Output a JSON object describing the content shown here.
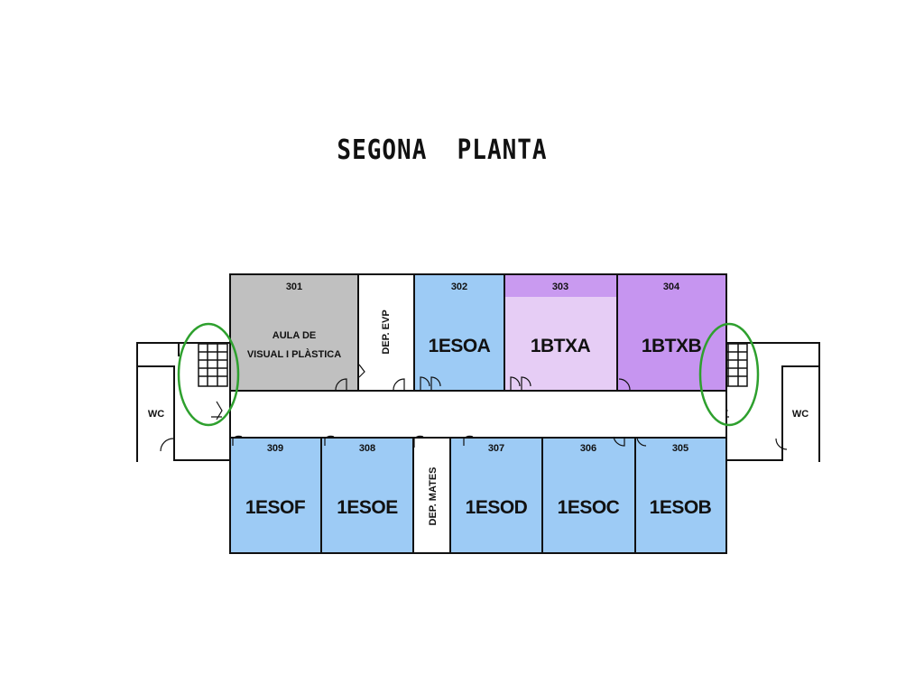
{
  "title": "SEGONA  PLANTA",
  "colors": {
    "classroom_blue": "#9dcbf5",
    "art_gray": "#c0c0c0",
    "btx_light": "#e6cdf5",
    "btx_header": "#c99af0",
    "btx_dark": "#c695f0",
    "highlight_green": "#2ea02e"
  },
  "rooms": {
    "r301": {
      "number": "301",
      "name_line1": "AULA DE",
      "name_line2": "VISUAL I PLÀSTICA"
    },
    "dep_evp": {
      "name": "DEP. EVP"
    },
    "r302": {
      "number": "302",
      "name": "1ESOA"
    },
    "r303": {
      "number": "303",
      "name": "1BTXA"
    },
    "r304": {
      "number": "304",
      "name": "1BTXB"
    },
    "r309": {
      "number": "309",
      "name": "1ESOF"
    },
    "r308": {
      "number": "308",
      "name": "1ESOE"
    },
    "dep_mates": {
      "name": "DEP. MATES"
    },
    "r307": {
      "number": "307",
      "name": "1ESOD"
    },
    "r306": {
      "number": "306",
      "name": "1ESOC"
    },
    "r305": {
      "number": "305",
      "name": "1ESOB"
    }
  },
  "wc_left": "WC",
  "wc_right": "WC",
  "staircases": [
    "stairs-left",
    "stairs-right"
  ]
}
